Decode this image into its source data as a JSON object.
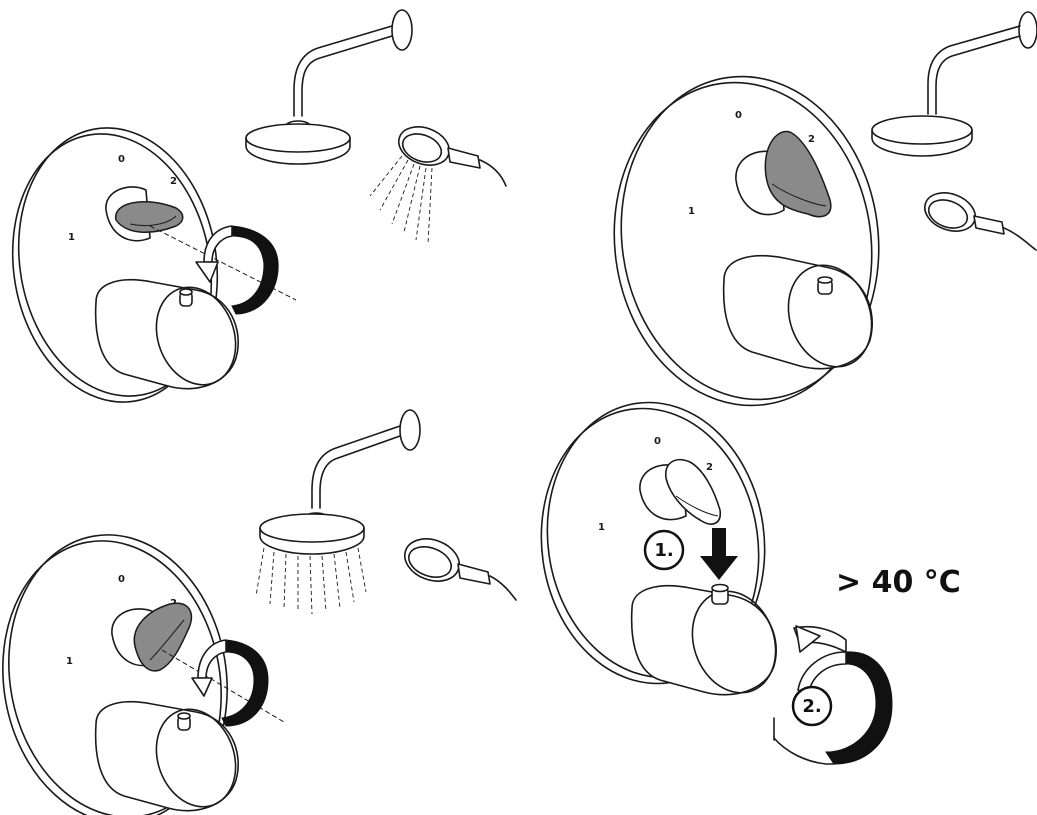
{
  "dial": {
    "label_off": "0",
    "label_1": "1",
    "label_2": "2"
  },
  "temperature": "> 40 °C",
  "steps": {
    "step1": "1.",
    "step2": "2."
  },
  "colors": {
    "lever": "#8a8a8a",
    "ring": "#111111",
    "line": "#1a1a1a"
  }
}
